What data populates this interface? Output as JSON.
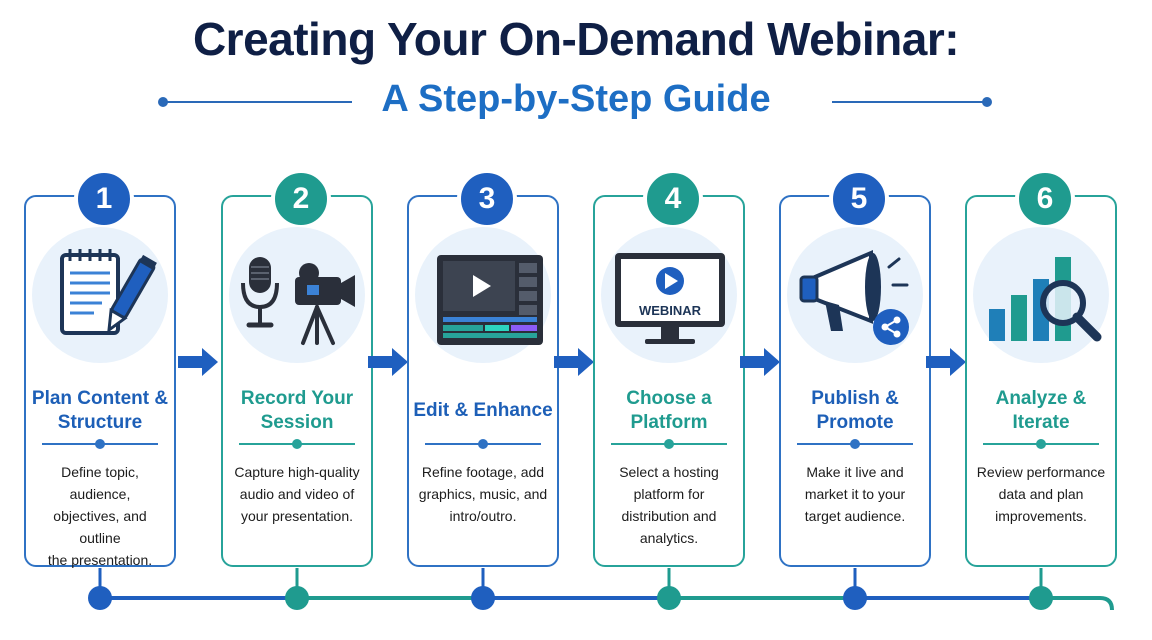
{
  "header": {
    "title": "Creating Your On-Demand Webinar:",
    "subtitle": "A Step-by-Step Guide"
  },
  "colors": {
    "navy": "#0f1f45",
    "blue": "#1f5fbf",
    "teal": "#1f9b8f",
    "light_bg": "#e9f2fb"
  },
  "steps": [
    {
      "number": "1",
      "title_line1": "Plan Content &",
      "title_line2": "Structure",
      "desc_line1": "Define topic, audience,",
      "desc_line2": "objectives, and outline",
      "desc_line3": "the presentation.",
      "desc_line4": "",
      "icon": "notepad-pencil-icon",
      "accent": "blue"
    },
    {
      "number": "2",
      "title_line1": "Record Your",
      "title_line2": "Session",
      "desc_line1": "Capture high-quality",
      "desc_line2": "audio and video of",
      "desc_line3": "your presentation.",
      "desc_line4": "",
      "icon": "microphone-camera-icon",
      "accent": "teal"
    },
    {
      "number": "3",
      "title_line1": "Edit & Enhance",
      "title_line2": "",
      "desc_line1": "Refine footage, add",
      "desc_line2": "graphics, music, and",
      "desc_line3": "intro/outro.",
      "desc_line4": "",
      "icon": "video-editor-icon",
      "accent": "blue"
    },
    {
      "number": "4",
      "title_line1": "Choose a",
      "title_line2": "Platform",
      "desc_line1": "Select a hosting",
      "desc_line2": "platform for",
      "desc_line3": "distribution and",
      "desc_line4": "analytics.",
      "icon": "webinar-monitor-icon",
      "monitor_label": "WEBINAR",
      "accent": "teal"
    },
    {
      "number": "5",
      "title_line1": "Publish &",
      "title_line2": "Promote",
      "desc_line1": "Make it live and",
      "desc_line2": "market it to your",
      "desc_line3": "target audience.",
      "desc_line4": "",
      "icon": "megaphone-share-icon",
      "accent": "blue"
    },
    {
      "number": "6",
      "title_line1": "Analyze &",
      "title_line2": "Iterate",
      "desc_line1": "Review performance",
      "desc_line2": "data and plan",
      "desc_line3": "improvements.",
      "desc_line4": "",
      "icon": "bar-chart-magnifier-icon",
      "accent": "teal"
    }
  ]
}
